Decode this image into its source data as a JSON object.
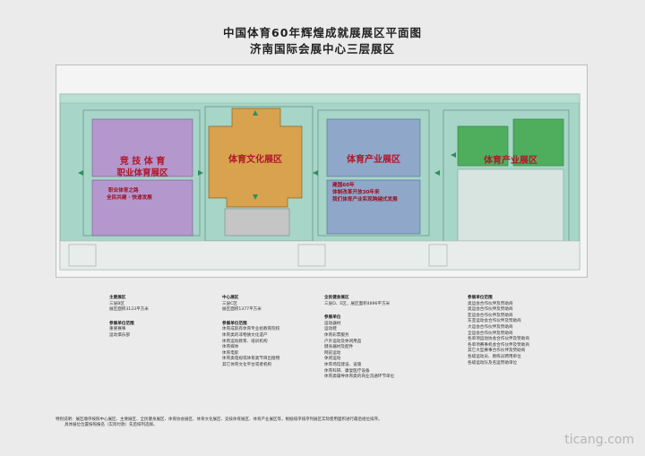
{
  "title_line1": "中国体育60年辉煌成就展展区平面图",
  "title_line2": "济南国际会展中心三层展区",
  "zones": {
    "jingji_line1": "竞 技 体 育",
    "jingji_line2": "职业体育展区",
    "jingji_sub1": "职业体育之路",
    "jingji_sub2": "全民共建 · 快速发展",
    "culture": "体育文化展区",
    "industry_mid": "体育产业展区",
    "industry_mid_sub1": "建国60年",
    "industry_mid_sub2": "体制改革开放30年来",
    "industry_mid_sub3": "我们体育产业实现跨越式发展",
    "industry_right": "体育产业展区"
  },
  "columns": [
    {
      "head": "主要展区",
      "lines": [
        "三层B区",
        "展区面积3123平方米"
      ],
      "head2": "参展单位范围",
      "lines2": [
        "重要赛事",
        "运动俱乐部"
      ]
    },
    {
      "head": "中心展区",
      "lines": [
        "三层C区",
        "展区面积1377平方米"
      ],
      "head2": "参展单位范围",
      "lines2": [
        "体育成就有体育专业组教育院校",
        "体育类的非物质文化遗产",
        "体育运动教育、培训机构",
        "体育媒体",
        "体育电影",
        "体育类电视或体育类节目出版物",
        "其它体育文化平台或者机构"
      ]
    },
    {
      "head": "全民健身展区",
      "lines": [
        "三层D、E区，展区面积4896平方米"
      ],
      "head2": "参展单位",
      "lines2": [
        "运动器材",
        "运动鞋",
        "体育彩票服务",
        "户外运动及休闲用品",
        "健身器材及配件",
        "网前运动",
        "休闲运动",
        "体育场馆建设、设施",
        "体育科研、康复医疗设备",
        "体育类辅导体育类的商业流通环节单位"
      ]
    },
    {
      "head": "参展单位范围",
      "lines": [
        "奥运会合作伙伴及赞助商",
        "奥运会合作伙伴及赞助商",
        "亚运会合作伙伴及赞助商",
        "东亚运动会合作伙伴及赞助商",
        "大运会合作伙伴及赞助商",
        "全运会合作伙伴及赞助商",
        "各单项运动协会合作伙伴及赞助商",
        "各单项赛事机会合作伙伴及赞助商",
        "其它大型赛事合作伙伴及赞助商",
        "各级运动员、教练员聘用单位",
        "各级运动队及名运赞助单位"
      ],
      "head2": "",
      "lines2": []
    }
  ],
  "note_line1": "特别说明：展区顺序按照中心展区、主要展区、全民健身展区、体育协会展区、体育文化展区、竞技体育展区、体育产业展区等，根据排序排序列展区实际使用面积进行最后组位排序。",
  "note_line2": "具体展位位置按照报名（实际付款）先后排列选择。",
  "watermark": "ticang.com",
  "colors": {
    "floor": "#a7d5c7",
    "jingji": "#b497cc",
    "culture": "#d8a24e",
    "industry_mid": "#8fa7c9",
    "industry_right": "#4fae5e",
    "label": "#b0172a"
  }
}
